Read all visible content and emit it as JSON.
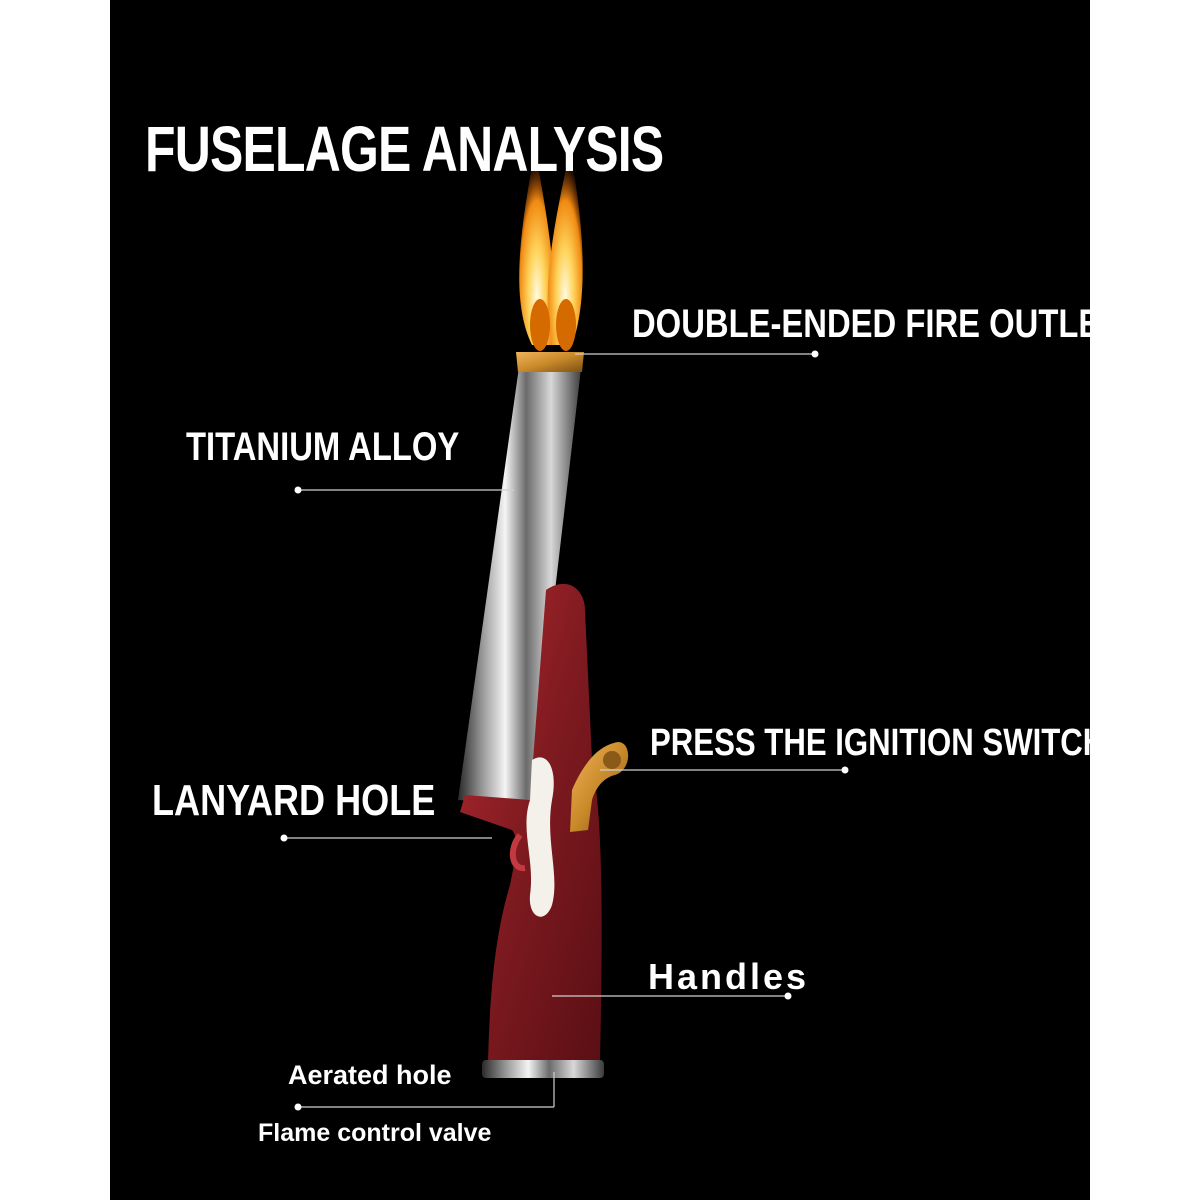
{
  "title": "FUSELAGE ANALYSIS",
  "callouts": {
    "fire_outlet": "DOUBLE-ENDED FIRE OUTLET",
    "titanium_alloy": "TITANIUM ALLOY",
    "ignition_switch": "PRESS THE IGNITION SWITCH",
    "lanyard_hole": "LANYARD HOLE",
    "handles": "Handles",
    "aerated_hole": "Aerated hole",
    "flame_control_valve": "Flame control valve"
  },
  "colors": {
    "background": "#000000",
    "text": "#ffffff",
    "handle_red": "#8e1d22",
    "brass": "#c98a2a",
    "flame": "#ffb21f"
  },
  "icons": {
    "product": "gun-shaped-lighter-icon",
    "flame": "flame-icon"
  }
}
